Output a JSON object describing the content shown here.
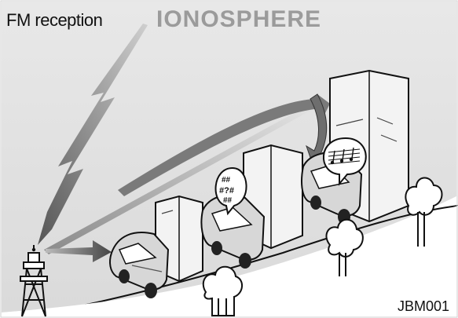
{
  "labels": {
    "fm_reception": "FM reception",
    "ionosphere": "IONOSPHERE",
    "figure_code": "JBM001"
  },
  "colors": {
    "sky": "#e2e2e2",
    "building": "#f1f1f1",
    "car_body": "#d9d9d9",
    "arrow": "#777777",
    "outline": "#111111"
  }
}
